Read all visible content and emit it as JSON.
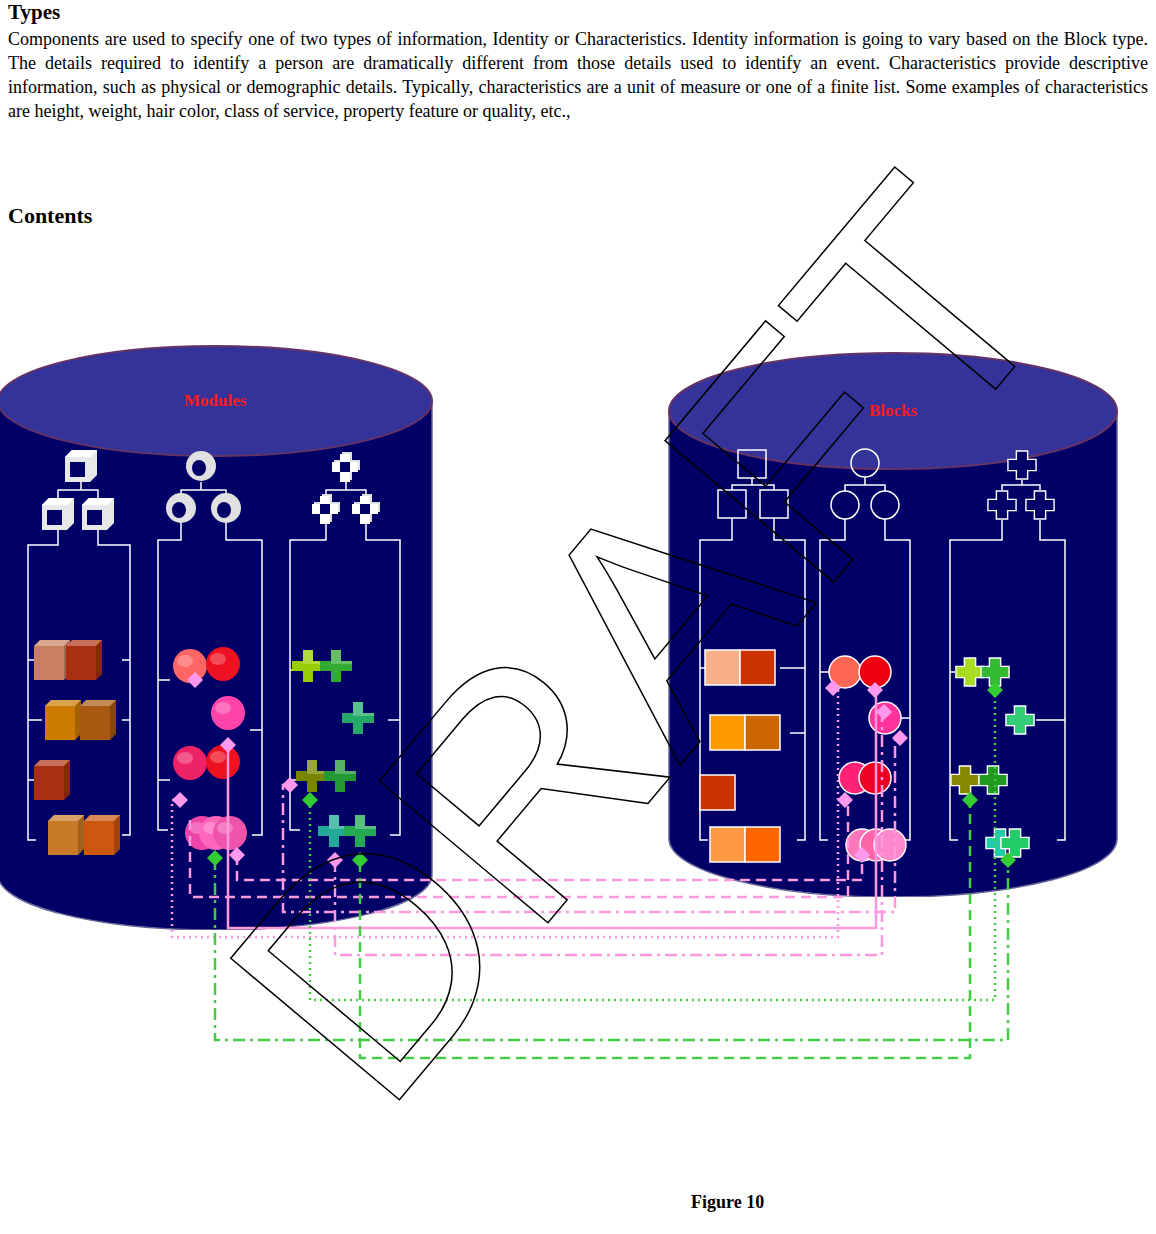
{
  "diagram": {
    "title": "Types",
    "caption": "Figure 10",
    "nodes": [
      {
        "text": [
          "Modules"
        ]
      },
      {
        "text": [
          "Blocks"
        ]
      }
    ],
    "labels": [
      "Components are used to specify one of two types of information, Identity or Characteristics. Identity information is going to vary based on the Block type. The details required to identify a person are dramatically different from those details used to identify an event. Characteristics provide descriptive information, such as physical or demographic details. Typically, characteristics are a unit of measure or one of a finite list. Some examples of characteristics are height, weight, hair color, class of service, property feature or quality, etc.,",
      "Contents",
      "DRAFT"
    ]
  }
}
